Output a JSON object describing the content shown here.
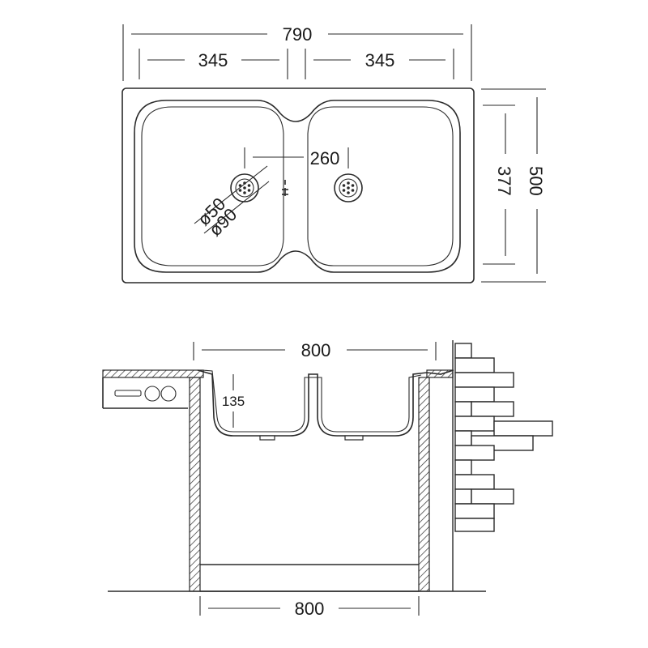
{
  "top_view": {
    "overall_width": "790",
    "bowl_width_left": "345",
    "bowl_width_right": "345",
    "bowl_depth": "377",
    "overall_depth": "500",
    "drain_spacing": "260",
    "drain_inner_dia": "ø50",
    "drain_outer_dia": "ø90"
  },
  "side_view": {
    "sink_width": "800",
    "bowl_depth": "135",
    "cabinet_width": "800"
  },
  "colors": {
    "line": "#2a2a2a",
    "background": "#ffffff"
  }
}
